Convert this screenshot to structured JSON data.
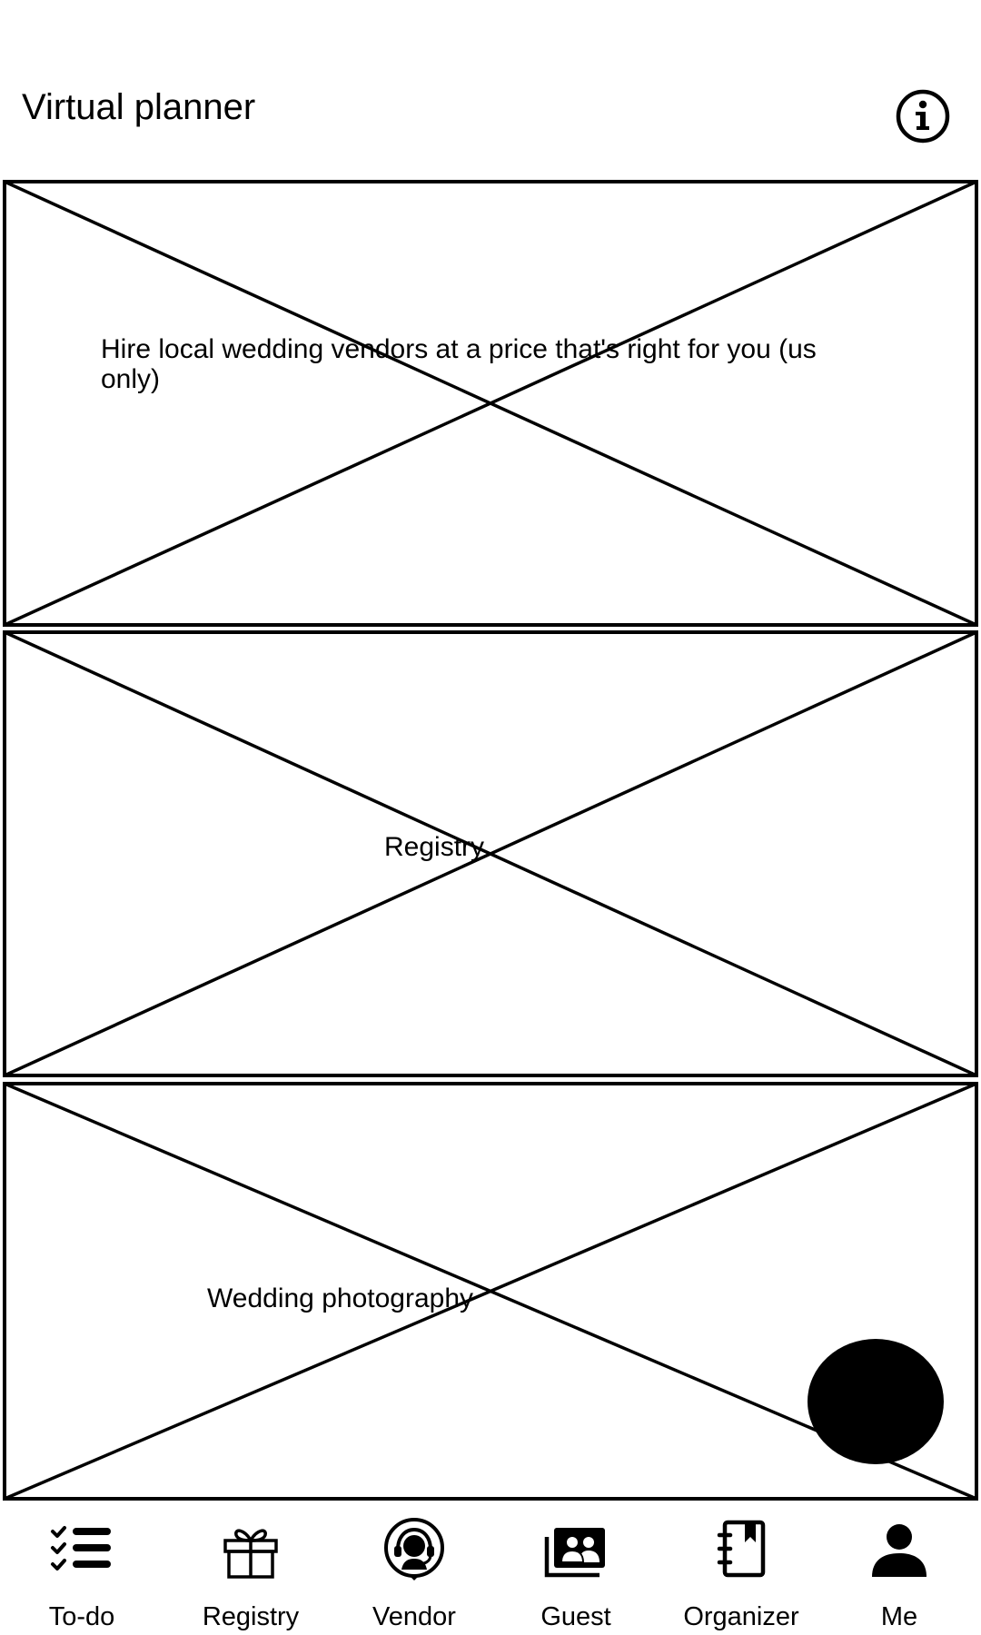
{
  "header": {
    "title": "Virtual planner",
    "info_icon": "info-icon"
  },
  "banners": [
    {
      "label": "Hire local wedding vendors at a price that's right for you (us only)"
    },
    {
      "label": "Registry"
    },
    {
      "label": "Wedding photography"
    }
  ],
  "fab": {
    "color": "#000000"
  },
  "bottom_nav": {
    "items": [
      {
        "label": "To-do",
        "icon": "checklist-icon"
      },
      {
        "label": "Registry",
        "icon": "gift-icon"
      },
      {
        "label": "Vendor",
        "icon": "headset-icon"
      },
      {
        "label": "Guest",
        "icon": "guests-icon"
      },
      {
        "label": "Organizer",
        "icon": "notebook-icon"
      },
      {
        "label": "Me",
        "icon": "person-icon"
      }
    ]
  }
}
